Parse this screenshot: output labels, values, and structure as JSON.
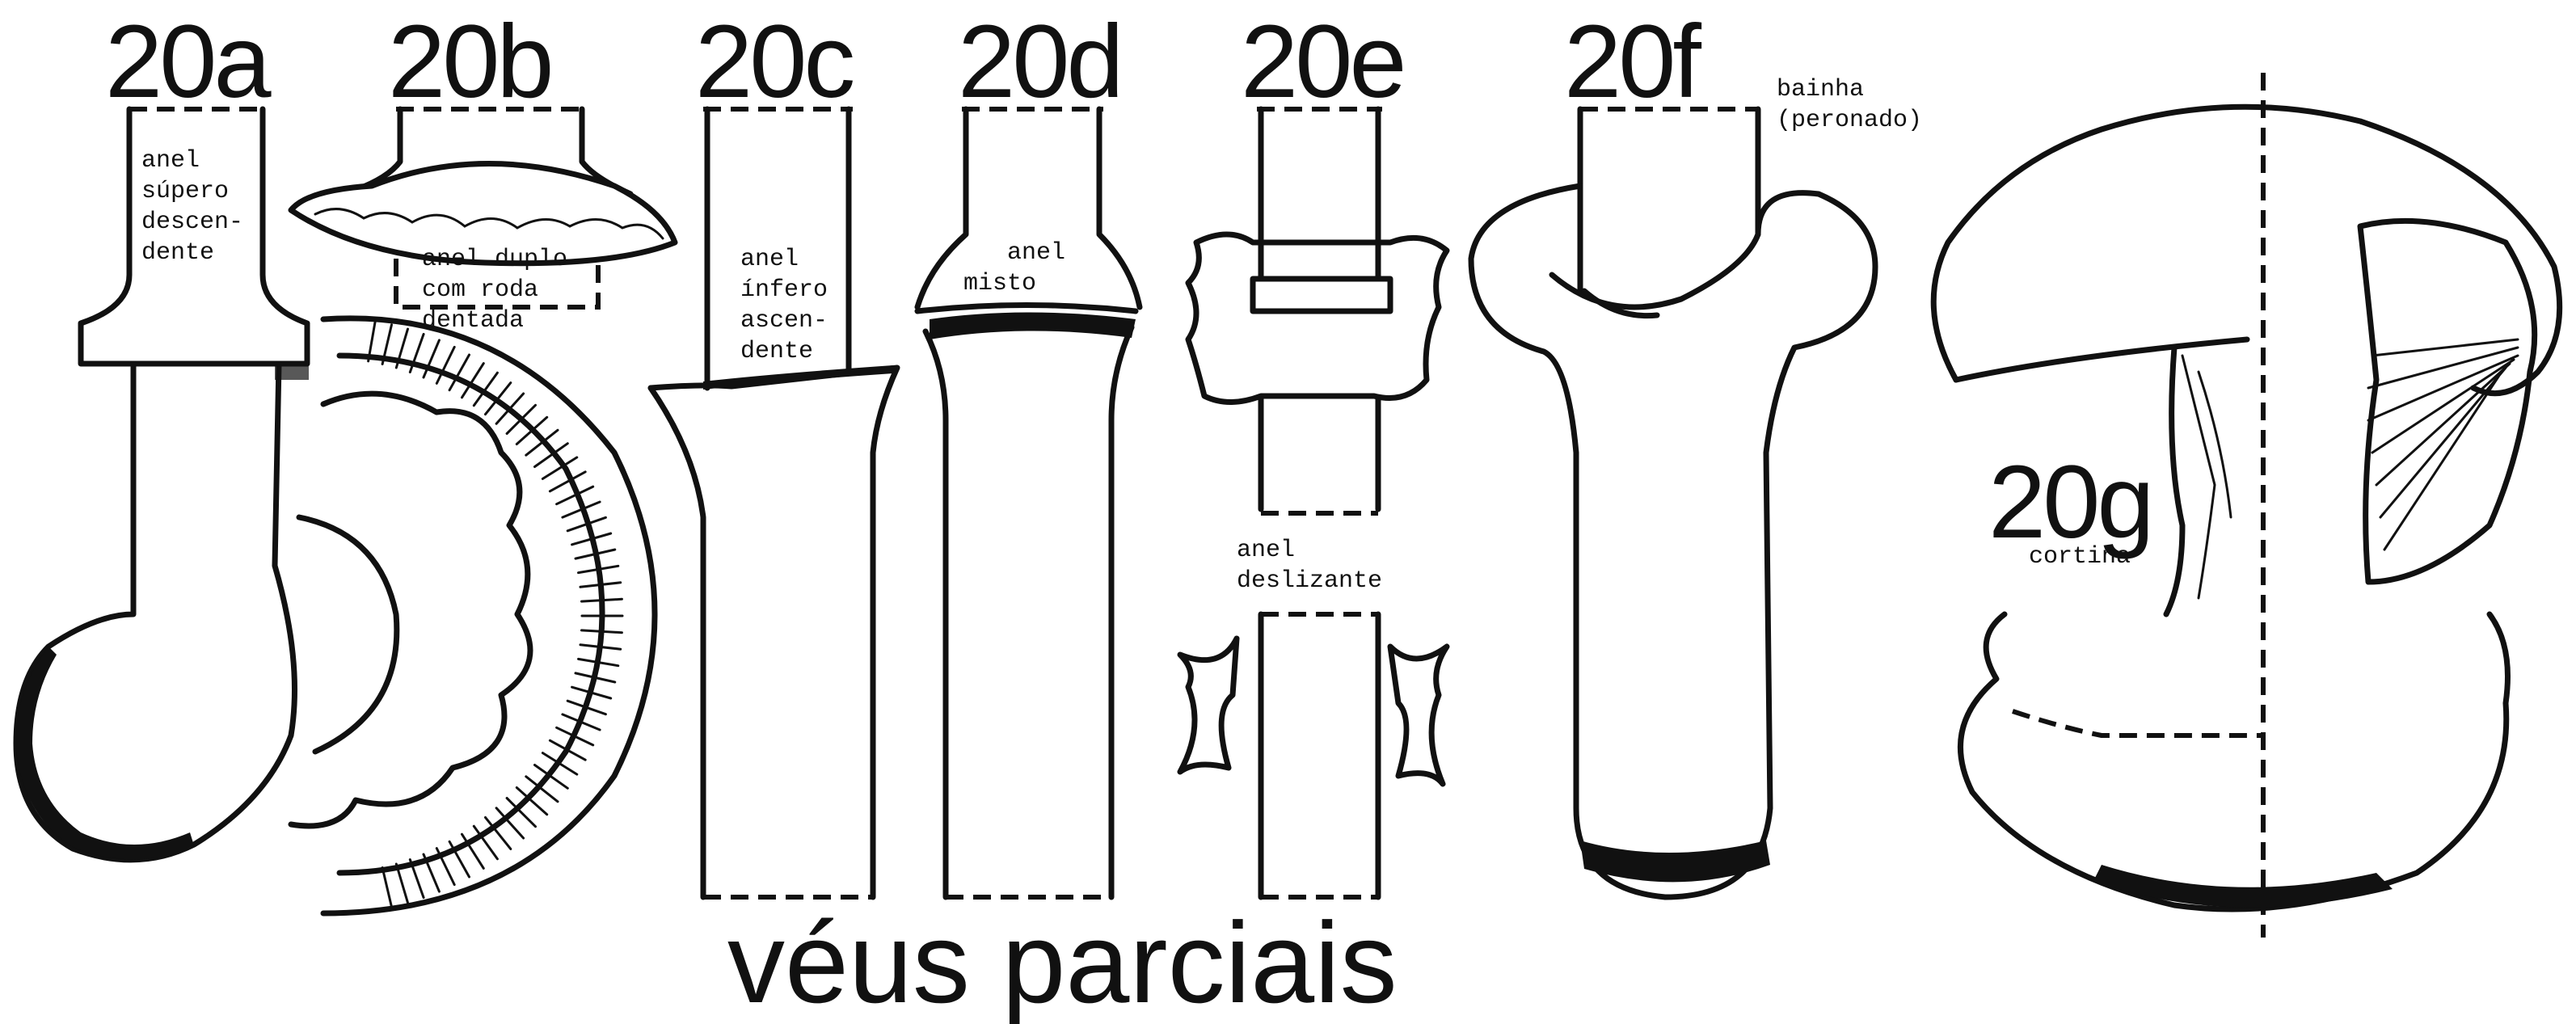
{
  "title": "véus parciais",
  "figures": [
    {
      "id": "20a",
      "label": "20a",
      "lines": [
        "anel",
        "súpero",
        "descen-",
        "dente"
      ]
    },
    {
      "id": "20b",
      "label": "20b",
      "lines": [
        "anel duplo",
        "com roda",
        "dentada"
      ]
    },
    {
      "id": "20c",
      "label": "20c",
      "lines": [
        "anel",
        "ínfero",
        "ascen-",
        "dente"
      ]
    },
    {
      "id": "20d",
      "label": "20d",
      "lines": [
        "anel",
        "misto"
      ]
    },
    {
      "id": "20e",
      "label": "20e",
      "lines": [
        "anel",
        "deslizante"
      ]
    },
    {
      "id": "20f",
      "label": "20f",
      "lines": [
        "bainha",
        "(peronado)"
      ]
    },
    {
      "id": "20g",
      "label": "20g",
      "lines": [
        "cortina"
      ]
    }
  ],
  "colors": {
    "ink": "#111111",
    "paper": "#ffffff"
  }
}
